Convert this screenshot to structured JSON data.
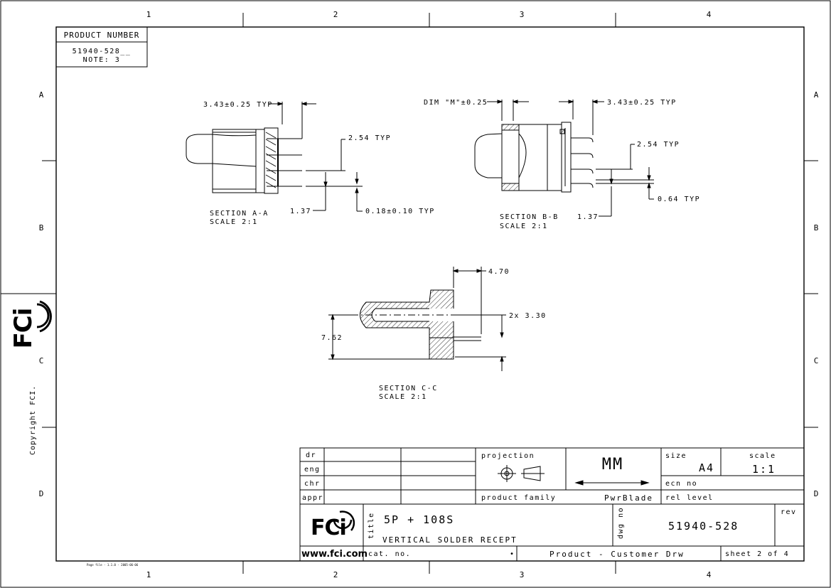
{
  "frame": {
    "columns": [
      "1",
      "2",
      "3",
      "4"
    ],
    "rows": [
      "A",
      "B",
      "C",
      "D"
    ],
    "copyright": "Copyright FCI.",
    "footer_note": "Page file - 1.1.0 - 2005-06-06"
  },
  "product_number": {
    "label": "PRODUCT NUMBER",
    "value": "51940-528__",
    "note": "NOTE: 3"
  },
  "section_a": {
    "dim_typ": "3.43±0.25 TYP",
    "pitch": "2.54 TYP",
    "dim_137": "1.37",
    "dim_018": "0.18±0.10 TYP",
    "label": "SECTION  A-A",
    "scale": "SCALE  2:1"
  },
  "section_b": {
    "dim_m": "DIM \"M\"±0.25",
    "dim_typ": "3.43±0.25 TYP",
    "pitch": "2.54 TYP",
    "dim_064": "0.64 TYP",
    "dim_137": "1.37",
    "label": "SECTION  B-B",
    "scale": "SCALE  2:1"
  },
  "section_c": {
    "dim_470": "4.70",
    "dim_330": "2x 3.30",
    "dim_762": "7.62",
    "label": "SECTION  C-C",
    "scale": "SCALE  2:1"
  },
  "title_block": {
    "dr": "dr",
    "eng": "eng",
    "chr": "chr",
    "appr": "appr",
    "projection": "projection",
    "units": "MM",
    "size_label": "size",
    "size": "A4",
    "scale_label": "scale",
    "scale": "1:1",
    "ecn": "ecn no",
    "product_family_label": "product family",
    "product_family": "PwrBlade",
    "rel_level": "rel level",
    "title_label": "title",
    "title_line1": "5P + 108S",
    "title_line2": "VERTICAL SOLDER RECEPT",
    "dwg_label": "dwg no",
    "dwg_no": "51940-528",
    "rev_label": "rev",
    "cat_label": "cat. no.",
    "bullet": "•",
    "doc_type": "Product - Customer Drw",
    "sheet": "sheet 2 of 4",
    "website": "www.fci.com",
    "logo": "FCi"
  }
}
